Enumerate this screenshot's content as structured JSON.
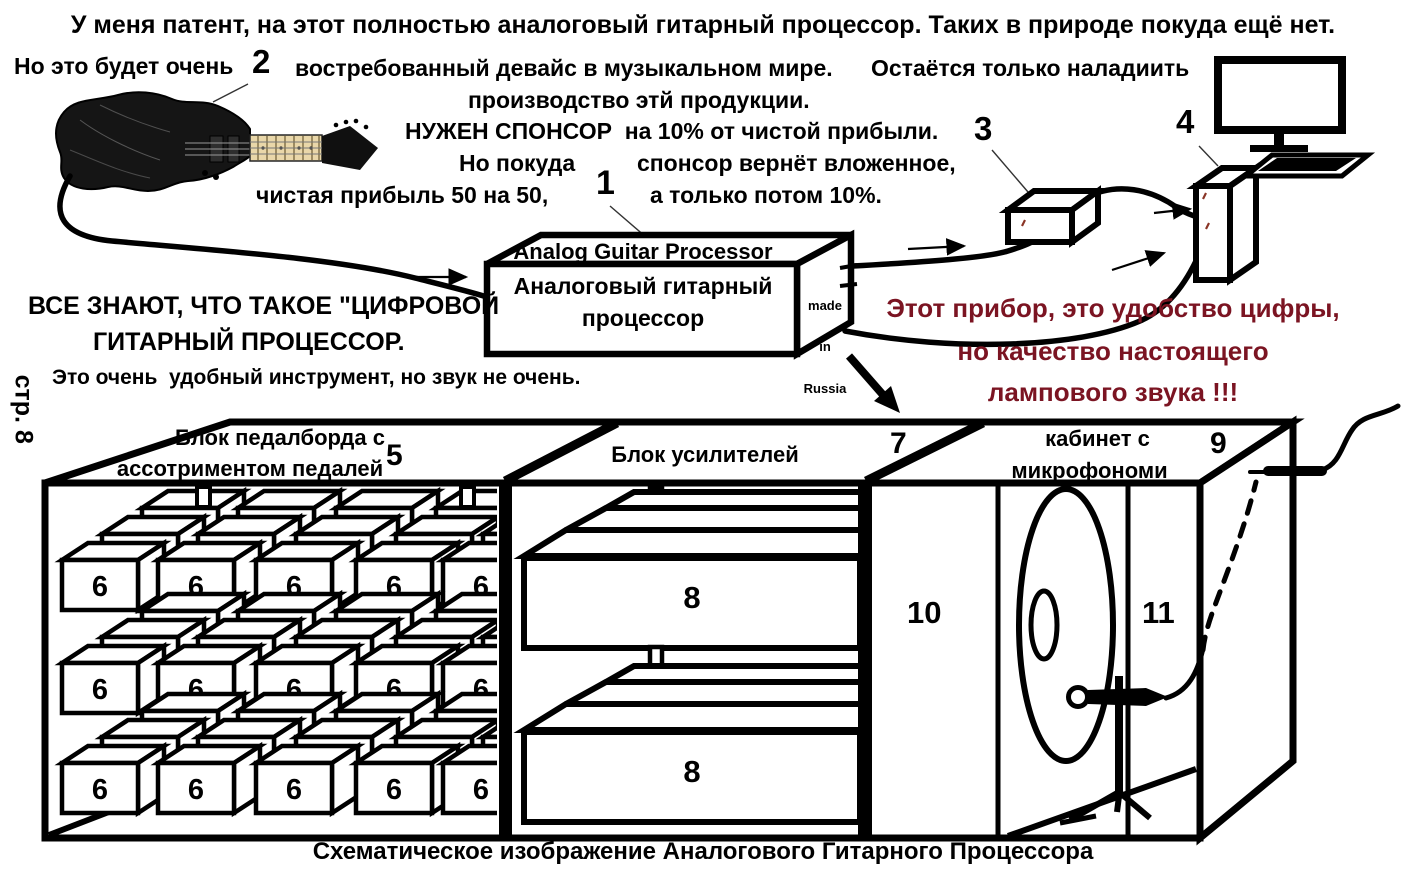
{
  "colors": {
    "ink": "#000000",
    "red": "#7b1422",
    "bg": "#ffffff"
  },
  "header": {
    "line1": "У меня патент, на этот полностью аналоговый гитарный процессор. Таких в природе покуда ещё нет.",
    "line2_left": "Но это будет очень",
    "line2_mid": "востребованный девайс в музыкальном мире.",
    "line2_right": "Остаётся только наладиить",
    "line3": "производство этй продукции.",
    "line4": "НУЖЕН СПОНСОР  на 10% от чистой прибыли.",
    "line5_left": "Но покуда",
    "line5_right": "спонсор вернёт вложенное,",
    "line6_left": "чистая прибыль 50 на 50,",
    "line6_right": "а только потом 10%."
  },
  "left_note": {
    "line1": "ВСЕ ЗНАЮТ, ЧТО ТАКОЕ \"ЦИФРОВОЙ",
    "line2": "ГИТАРНЫЙ ПРОЦЕССОР.",
    "line3": "Это очень  удобный инструмент, но звук не очень."
  },
  "page_number": "стр. 8",
  "red_note": {
    "line1": "Этот прибор, это удобство цифры,",
    "line2": "но качество настоящего",
    "line3": "лампового звука !!!"
  },
  "agp_box": {
    "title_en": "Analog Guitar Processor",
    "title_ru_line1": "Аналоговый гитарный",
    "title_ru_line2": "процессор",
    "made_in": [
      "made",
      "in",
      "Russia"
    ]
  },
  "callouts": {
    "c1": "1",
    "c2": "2",
    "c3": "3",
    "c4": "4",
    "c5": "5",
    "c6": "6",
    "c7": "7",
    "c8": "8",
    "c9": "9",
    "c10": "10",
    "c11": "11"
  },
  "schematic": {
    "pedal_block_label_line1": "Блок педалборда с",
    "pedal_block_label_line2": "ассотриментом педалей",
    "amp_block_label": "Блок усилителей",
    "cab_label_line1": "кабинет с",
    "cab_label_line2": "микрофономи",
    "pedals": {
      "rows": 3,
      "per_row": 5
    },
    "caption": "Схематическое изображение Аналогового Гитарного Процессора"
  }
}
